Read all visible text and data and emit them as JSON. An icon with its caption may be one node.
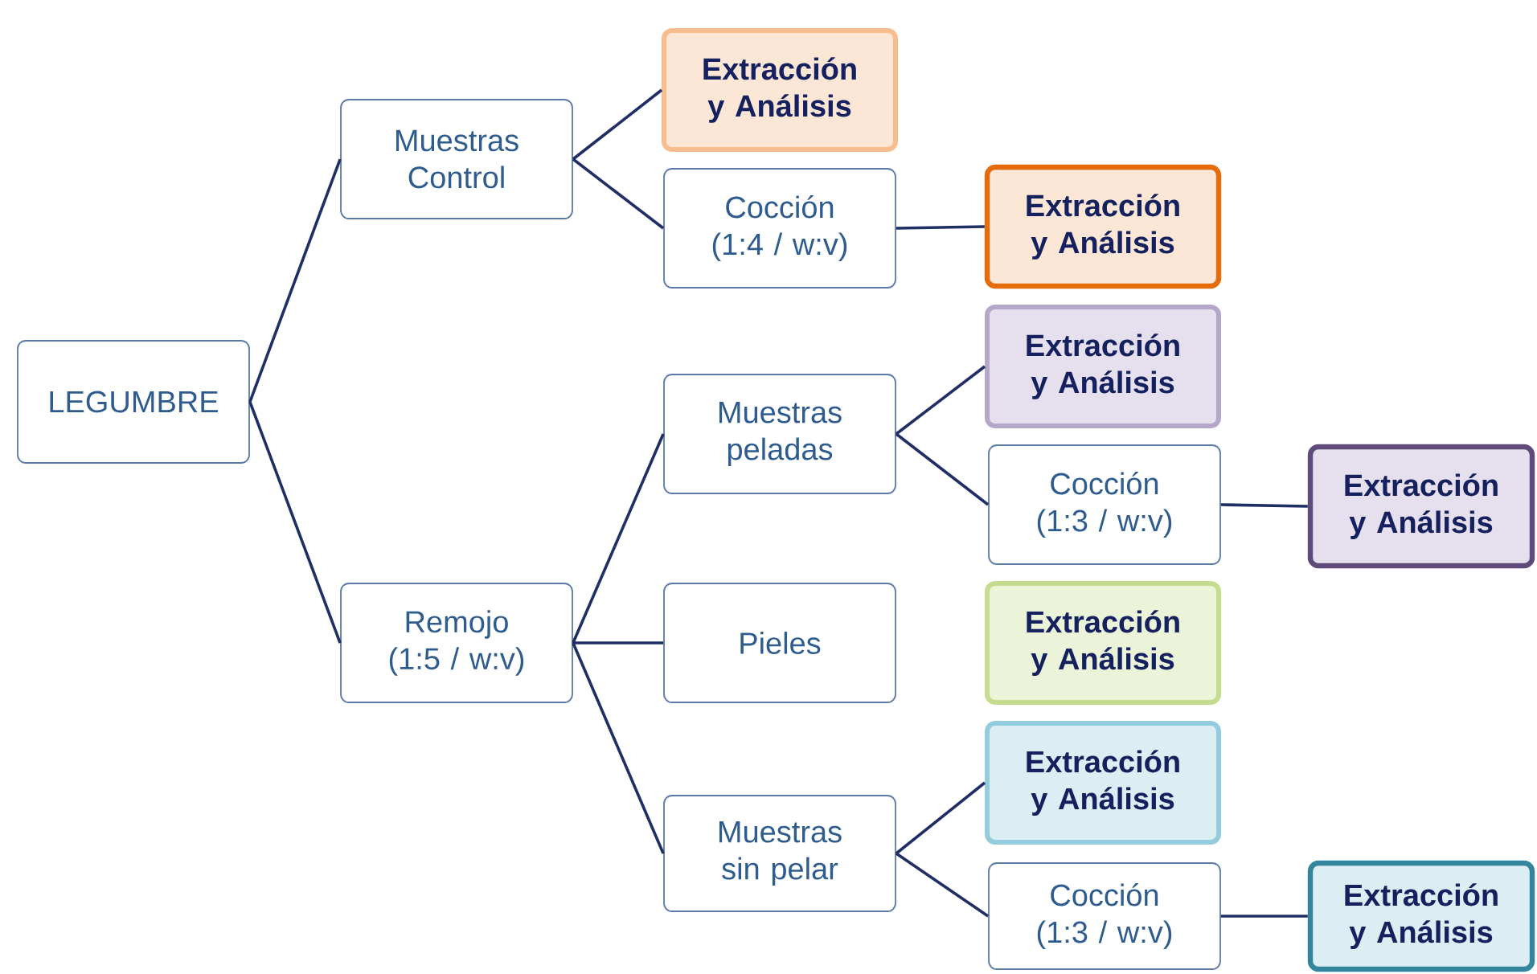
{
  "diagram": {
    "nodes": [
      {
        "text": [
          "LEGUMBRE"
        ]
      },
      {
        "text": [
          "Muestras Control"
        ]
      },
      {
        "text": [
          "Extracción y Análisis"
        ]
      },
      {
        "text": [
          "Cocción (1:4 / w:v)"
        ]
      },
      {
        "text": [
          "Extracción y Análisis"
        ]
      },
      {
        "text": [
          "Remojo (1:5 / w:v)"
        ]
      },
      {
        "text": [
          "Muestras peladas"
        ]
      },
      {
        "text": [
          "Extracción y Análisis"
        ]
      },
      {
        "text": [
          "Cocción (1:3 / w:v)"
        ]
      },
      {
        "text": [
          "Extracción y Análisis"
        ]
      },
      {
        "text": [
          "Pieles"
        ]
      },
      {
        "text": [
          "Extracción y Análisis"
        ]
      },
      {
        "text": [
          "Muestras sin pelar"
        ]
      },
      {
        "text": [
          "Extracción y Análisis"
        ]
      },
      {
        "text": [
          "Cocción (1:3 / w:v)"
        ]
      },
      {
        "text": [
          "Extracción y Análisis"
        ]
      }
    ],
    "edges": [
      {
        "from": 0,
        "to": 1,
        "arrow": "none"
      },
      {
        "from": 0,
        "to": 5,
        "arrow": "none"
      },
      {
        "from": 1,
        "to": 2,
        "arrow": "none"
      },
      {
        "from": 1,
        "to": 3,
        "arrow": "none"
      },
      {
        "from": 3,
        "to": 4,
        "arrow": "none"
      },
      {
        "from": 5,
        "to": 6,
        "arrow": "none"
      },
      {
        "from": 5,
        "to": 10,
        "arrow": "none"
      },
      {
        "from": 5,
        "to": 12,
        "arrow": "none"
      },
      {
        "from": 6,
        "to": 7,
        "arrow": "none"
      },
      {
        "from": 6,
        "to": 8,
        "arrow": "none"
      },
      {
        "from": 8,
        "to": 9,
        "arrow": "none"
      },
      {
        "from": 12,
        "to": 13,
        "arrow": "none"
      },
      {
        "from": 12,
        "to": 14,
        "arrow": "none"
      },
      {
        "from": 14,
        "to": 15,
        "arrow": "none"
      }
    ]
  }
}
